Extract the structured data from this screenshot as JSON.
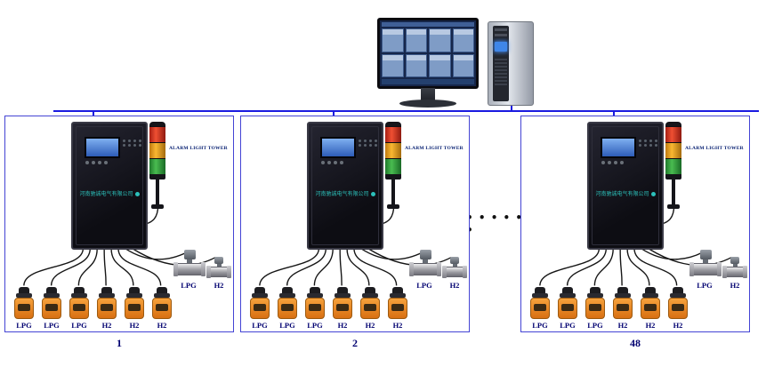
{
  "colors": {
    "bus_line": "#1a1ae0",
    "panel_border": "#4444d4",
    "label_text": "#000070",
    "tower_red": "#d23420",
    "tower_amber": "#eda41e",
    "tower_green": "#2f9e3f",
    "detector_body": "#e07a1a",
    "controller_brand_text": "#2cc0ba"
  },
  "continuation_dots": "•  •  •  •  •  •",
  "panels": [
    {
      "number": "1",
      "tower_label": "ALARM LIGHT TOWER",
      "controller_brand": "河南驰诚电气有限公司",
      "valve_labels": [
        "LPG",
        "H2"
      ],
      "detector_labels": [
        "LPG",
        "LPG",
        "LPG",
        "H2",
        "H2",
        "H2"
      ]
    },
    {
      "number": "2",
      "tower_label": "ALARM LIGHT TOWER",
      "controller_brand": "河南驰诚电气有限公司",
      "valve_labels": [
        "LPG",
        "H2"
      ],
      "detector_labels": [
        "LPG",
        "LPG",
        "LPG",
        "H2",
        "H2",
        "H2"
      ]
    },
    {
      "number": "48",
      "tower_label": "ALARM LIGHT TOWER",
      "controller_brand": "河南驰诚电气有限公司",
      "valve_labels": [
        "LPG",
        "H2"
      ],
      "detector_labels": [
        "LPG",
        "LPG",
        "LPG",
        "H2",
        "H2",
        "H2"
      ]
    }
  ]
}
